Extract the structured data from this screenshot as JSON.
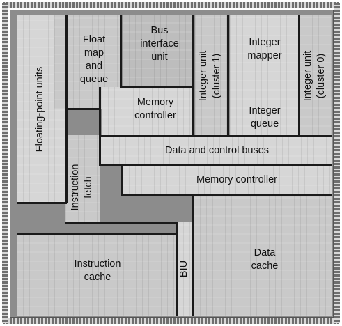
{
  "labels": {
    "floating_point_units": "Floating-point units",
    "float_map_queue": "Float\nmap\nand\nqueue",
    "bus_interface_unit": "Bus\ninterface\nunit",
    "memory_controller_top": "Memory\ncontroller",
    "integer_unit_cluster1": "Integer unit\n(cluster 1)",
    "integer_mapper": "Integer\nmapper",
    "integer_queue": "Integer\nqueue",
    "integer_unit_cluster0": "Integer unit\n(cluster 0)",
    "data_control_buses": "Data and control buses",
    "instruction_fetch": "Instruction\nfetch",
    "memory_controller_mid": "Memory controller",
    "instruction_cache": "Instruction\ncache",
    "biu": "BIU",
    "data_cache": "Data\ncache"
  }
}
